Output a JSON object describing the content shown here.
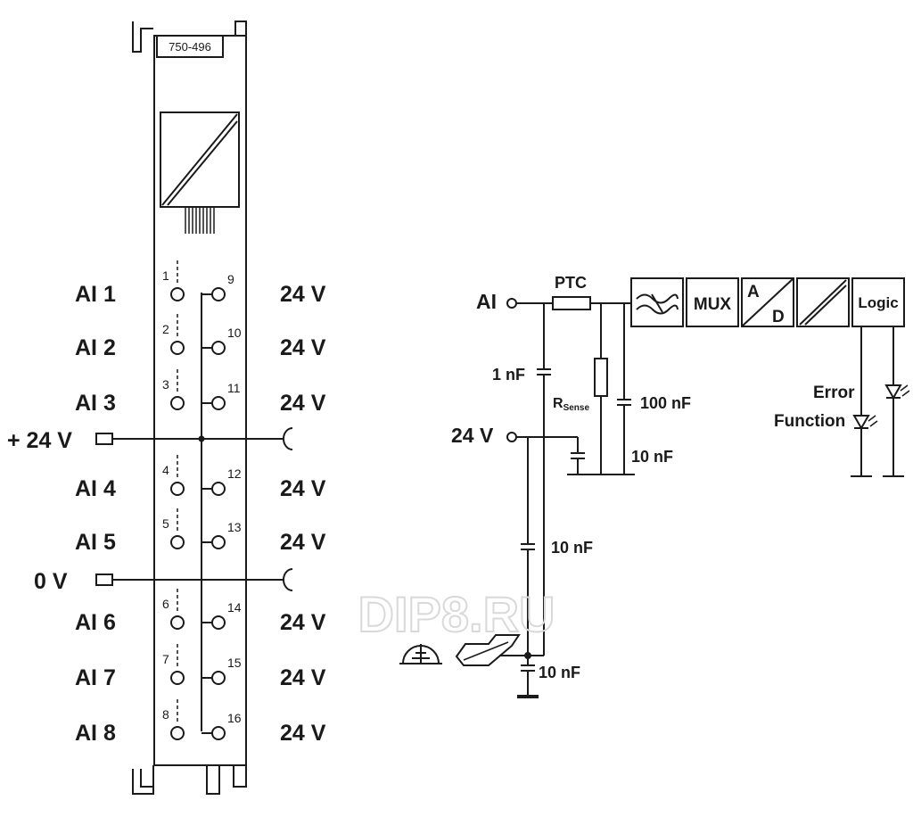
{
  "module": {
    "part_number": "750-496",
    "channels": [
      {
        "label": "AI 1",
        "terminal": "1",
        "supply_terminal": "9",
        "supply_label": "24 V"
      },
      {
        "label": "AI 2",
        "terminal": "2",
        "supply_terminal": "10",
        "supply_label": "24 V"
      },
      {
        "label": "AI 3",
        "terminal": "3",
        "supply_terminal": "11",
        "supply_label": "24 V"
      },
      {
        "label": "AI 4",
        "terminal": "4",
        "supply_terminal": "12",
        "supply_label": "24 V"
      },
      {
        "label": "AI 5",
        "terminal": "5",
        "supply_terminal": "13",
        "supply_label": "24 V"
      },
      {
        "label": "AI 6",
        "terminal": "6",
        "supply_terminal": "14",
        "supply_label": "24 V"
      },
      {
        "label": "AI 7",
        "terminal": "7",
        "supply_terminal": "15",
        "supply_label": "24 V"
      },
      {
        "label": "AI 8",
        "terminal": "8",
        "supply_terminal": "16",
        "supply_label": "24 V"
      }
    ],
    "rails": {
      "plus_24v": "+ 24 V",
      "zero_v": "0 V"
    }
  },
  "schematic": {
    "input_label": "AI",
    "supply_label": "24 V",
    "ptc_label": "PTC",
    "rsense_main": "R",
    "rsense_sub": "Sense",
    "cap_1nf": "1 nF",
    "cap_100nf": "100 nF",
    "cap_10nf_a": "10 nF",
    "cap_10nf_b": "10 nF",
    "cap_10nf_c": "10 nF",
    "mux_label": "MUX",
    "ad_a": "A",
    "ad_d": "D",
    "logic_label": "Logic",
    "error_label": "Error",
    "function_label": "Function"
  },
  "watermark": "DIP8.RU"
}
